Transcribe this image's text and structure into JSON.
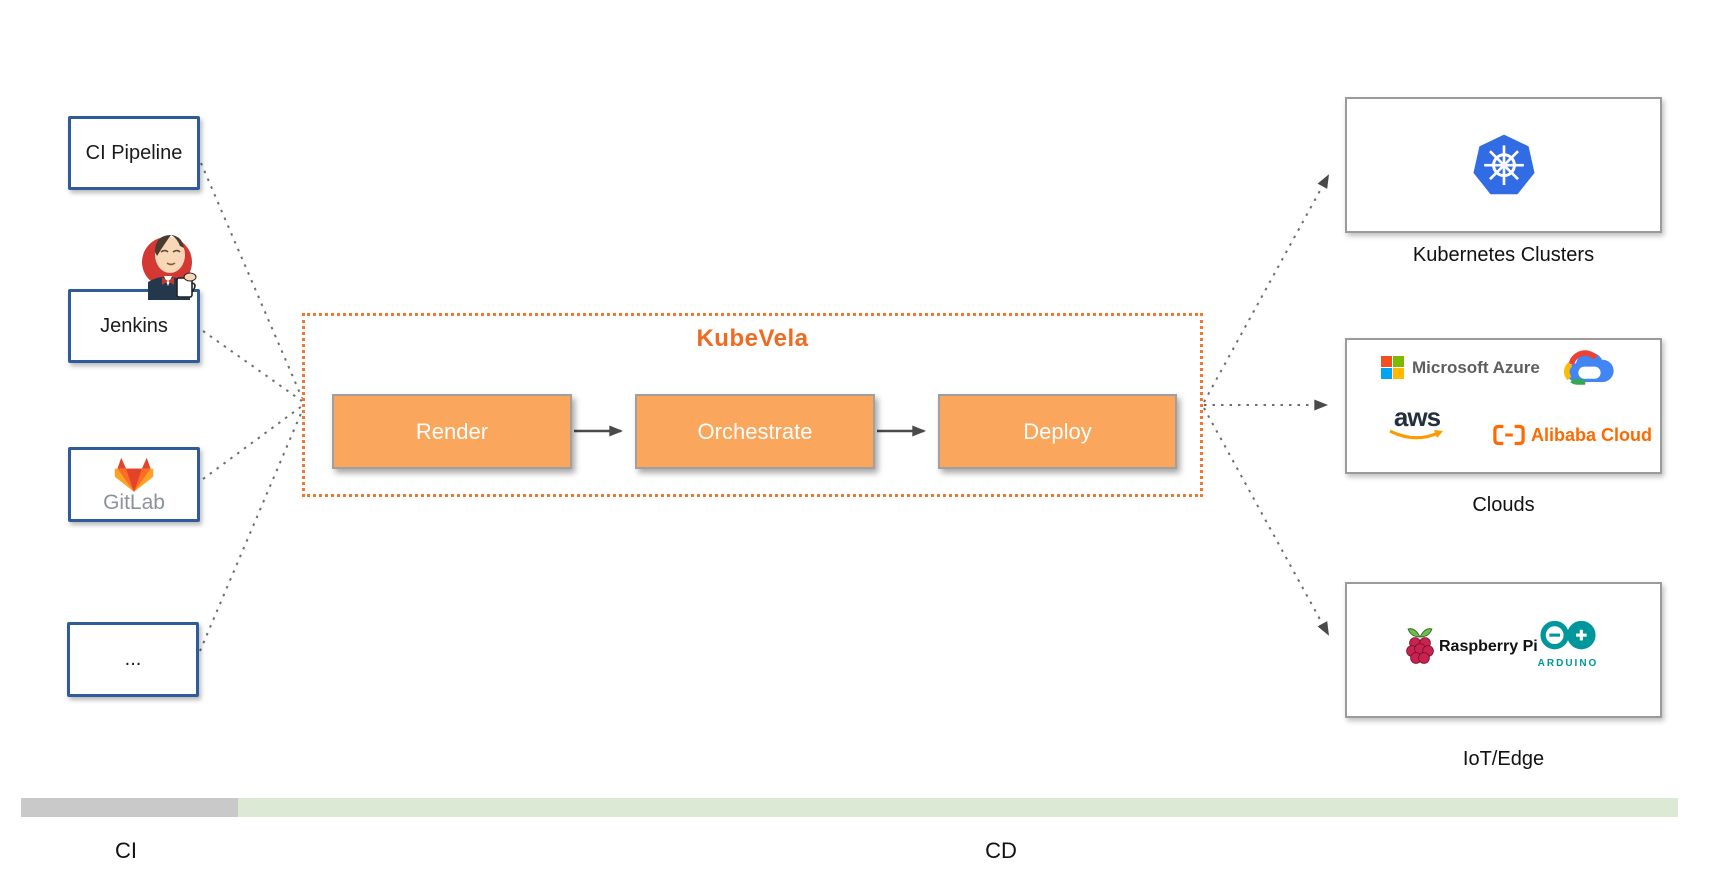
{
  "diagram": {
    "title": "KubeVela",
    "ci_sources": [
      {
        "label": "CI Pipeline"
      },
      {
        "label": "Jenkins",
        "icon": "jenkins-mascot"
      },
      {
        "label": "GitLab",
        "icon": "gitlab-tanuki"
      },
      {
        "label": "..."
      }
    ],
    "pipeline_steps": [
      {
        "label": "Render"
      },
      {
        "label": "Orchestrate"
      },
      {
        "label": "Deploy"
      }
    ],
    "targets": [
      {
        "label": "Kubernetes Clusters",
        "icons": [
          "kubernetes"
        ]
      },
      {
        "label": "Clouds",
        "icons": [
          "microsoft-azure",
          "google-cloud",
          "aws",
          "alibaba-cloud"
        ]
      },
      {
        "label": "IoT/Edge",
        "icons": [
          "raspberry-pi",
          "arduino"
        ]
      }
    ],
    "logo_text": {
      "azure": "Microsoft Azure",
      "aws": "aws",
      "alibaba": "Alibaba Cloud",
      "raspberry_pi": "Raspberry Pi",
      "arduino": "ARDUINO"
    },
    "footer": {
      "ci": "CI",
      "cd": "CD"
    },
    "colors": {
      "title_orange": "#F06A21",
      "dotted_border_orange": "#F4772E",
      "step_fill_orange": "#FAA65C",
      "left_box_border_blue": "#2F5C99",
      "connector_gray": "#6E6E6E",
      "bar_gray": "#C9C9C9",
      "bar_green": "#DCE9D5",
      "kubernetes_blue": "#326CE5",
      "alibaba_orange": "#FF6A00",
      "aws_smile_orange": "#FF9900",
      "arduino_teal": "#00979C"
    }
  }
}
